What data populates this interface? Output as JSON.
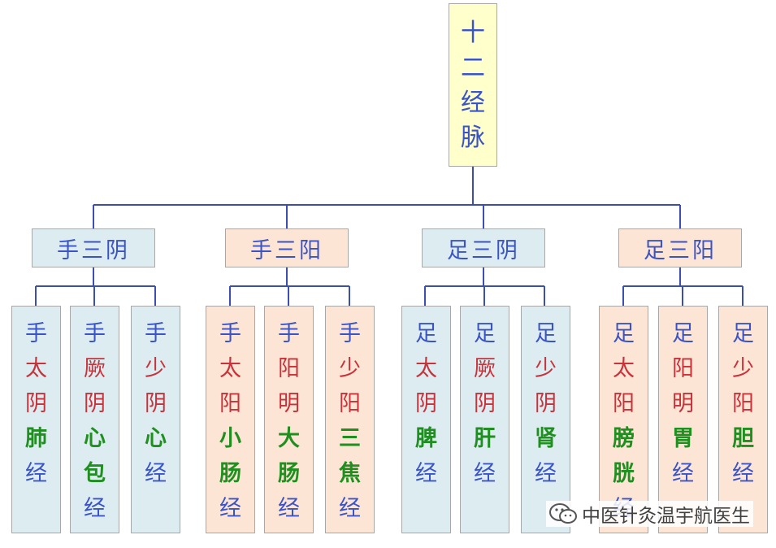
{
  "root": {
    "chars": [
      "十",
      "二",
      "经",
      "脉"
    ]
  },
  "groups": [
    {
      "label": "手三阴",
      "bg": "#dcecf1"
    },
    {
      "label": "手三阳",
      "bg": "#fce5d5"
    },
    {
      "label": "足三阴",
      "bg": "#dcecf1"
    },
    {
      "label": "足三阳",
      "bg": "#fce5d5"
    }
  ],
  "leaves": [
    {
      "limb": "手",
      "type": "太阴",
      "organ": "肺",
      "suffix": "经"
    },
    {
      "limb": "手",
      "type": "厥阴",
      "organ": "心包",
      "suffix": "经"
    },
    {
      "limb": "手",
      "type": "少阴",
      "organ": "心",
      "suffix": "经"
    },
    {
      "limb": "手",
      "type": "太阳",
      "organ": "小肠",
      "suffix": "经"
    },
    {
      "limb": "手",
      "type": "阳明",
      "organ": "大肠",
      "suffix": "经"
    },
    {
      "limb": "手",
      "type": "少阳",
      "organ": "三焦",
      "suffix": "经"
    },
    {
      "limb": "足",
      "type": "太阴",
      "organ": "脾",
      "suffix": "经"
    },
    {
      "limb": "足",
      "type": "厥阴",
      "organ": "肝",
      "suffix": "经"
    },
    {
      "limb": "足",
      "type": "少阴",
      "organ": "肾",
      "suffix": "经"
    },
    {
      "limb": "足",
      "type": "太阳",
      "organ": "膀胱",
      "suffix": "经"
    },
    {
      "limb": "足",
      "type": "阳明",
      "organ": "胃",
      "suffix": "经"
    },
    {
      "limb": "足",
      "type": "少阳",
      "organ": "胆",
      "suffix": "经"
    }
  ],
  "colors": {
    "line": "#3c4fb0",
    "text_blue": "#3a54c8",
    "text_red": "#c8323a",
    "text_green": "#1f8f1f"
  },
  "watermark": {
    "icon": "wechat-icon",
    "text": "中医针灸温宇航医生"
  }
}
